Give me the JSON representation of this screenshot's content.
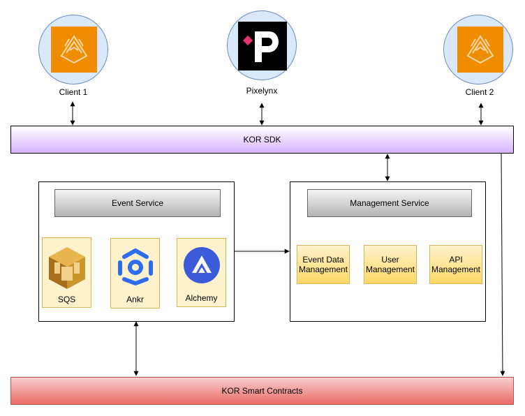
{
  "nodes": {
    "client1": {
      "label": "Client 1"
    },
    "pixelynx": {
      "label": "Pixelynx"
    },
    "client2": {
      "label": "Client 2"
    },
    "sdk": {
      "label": "KOR SDK"
    },
    "event_service": {
      "label": "Event Service",
      "children": [
        {
          "label": "SQS"
        },
        {
          "label": "Ankr"
        },
        {
          "label": "Alchemy"
        }
      ]
    },
    "management_service": {
      "label": "Management Service",
      "children": [
        {
          "label": "Event Data Management"
        },
        {
          "label": "User Management"
        },
        {
          "label": "API Management"
        }
      ]
    },
    "contracts": {
      "label": "KOR Smart Contracts"
    }
  },
  "colors": {
    "client_circle": "#dae8fc",
    "kor_logo": "#f08c00",
    "sdk_bar": "#e5ccff",
    "contracts_bar": "#f8cecc",
    "tile": "#fff2cc",
    "sqs": "#c9962e",
    "ankr": "#2e6cf0",
    "alchemy": "#3b5bdb"
  },
  "icons": {
    "client1": "kor-logo-icon",
    "pixelynx": "pixelynx-logo-icon",
    "client2": "kor-logo-icon",
    "sqs": "sqs-icon",
    "ankr": "ankr-icon",
    "alchemy": "alchemy-icon"
  }
}
